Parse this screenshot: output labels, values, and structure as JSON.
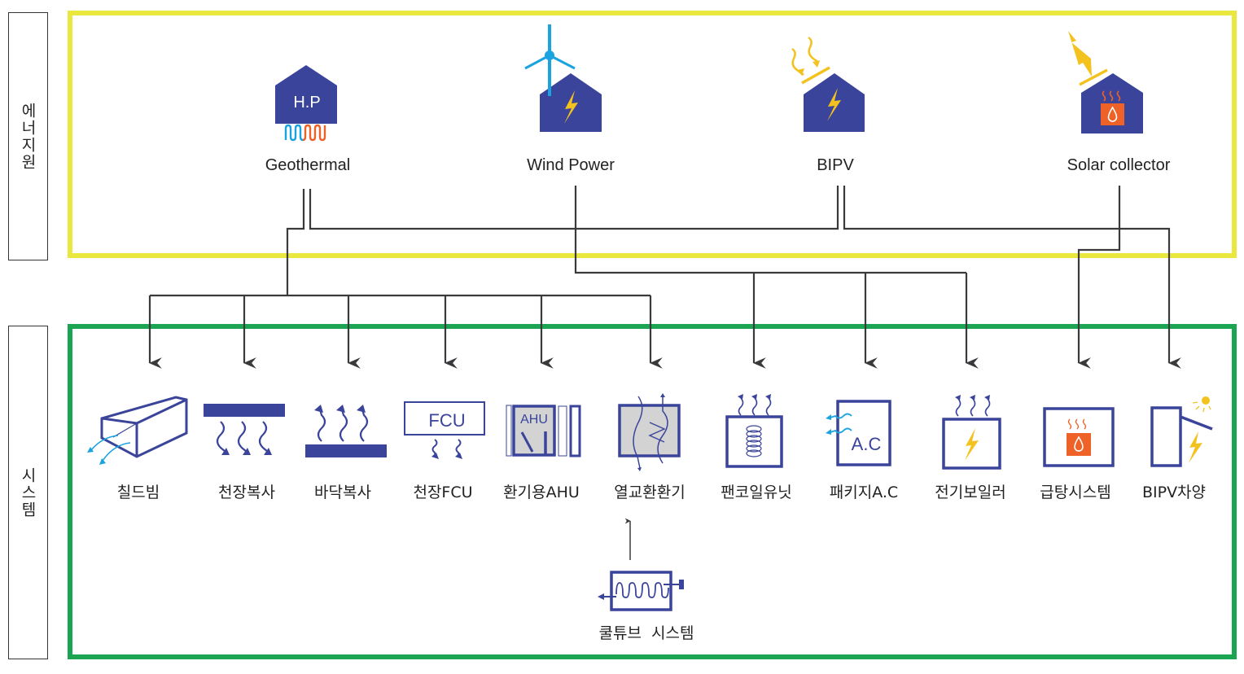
{
  "side_labels": {
    "energy": "에너지원",
    "system": "시스템"
  },
  "colors": {
    "navy": "#3A449A",
    "sky": "#1AA3E0",
    "yellow": "#F4C21F",
    "orange": "#EE6228",
    "energy_border": "#EAE83F",
    "system_border": "#1BA552",
    "connector": "#3A3A3C"
  },
  "sources": [
    {
      "id": "geothermal",
      "label": "Geothermal",
      "icon": "heat-pump-house-icon",
      "icon_text": "H.P"
    },
    {
      "id": "wind",
      "label": "Wind Power",
      "icon": "wind-turbine-house-icon"
    },
    {
      "id": "bipv",
      "label": "BIPV",
      "icon": "pv-panel-house-icon"
    },
    {
      "id": "solar",
      "label": "Solar collector",
      "icon": "solar-collector-house-icon"
    }
  ],
  "systems": [
    {
      "id": "chilled-beam",
      "label": "칠드빔",
      "icon": "chilled-beam-icon"
    },
    {
      "id": "ceiling-radiant",
      "label": "천장복사",
      "icon": "ceiling-radiant-icon"
    },
    {
      "id": "floor-radiant",
      "label": "바닥복사",
      "icon": "floor-radiant-icon"
    },
    {
      "id": "ceiling-fcu",
      "label": "천장FCU",
      "icon": "fcu-icon",
      "icon_text": "FCU"
    },
    {
      "id": "ventilation-ahu",
      "label": "환기용AHU",
      "icon": "ahu-icon",
      "icon_text": "AHU"
    },
    {
      "id": "heat-recovery",
      "label": "열교환환기",
      "icon": "heat-exchanger-icon"
    },
    {
      "id": "fan-coil",
      "label": "팬코일유닛",
      "icon": "fan-coil-icon"
    },
    {
      "id": "package-ac",
      "label": "패키지A.C",
      "icon": "package-ac-icon",
      "icon_text": "A.C"
    },
    {
      "id": "electric-boiler",
      "label": "전기보일러",
      "icon": "electric-boiler-icon"
    },
    {
      "id": "hot-water",
      "label": "급탕시스템",
      "icon": "hot-water-icon"
    },
    {
      "id": "bipv-shading",
      "label": "BIPV차양",
      "icon": "bipv-shading-icon"
    }
  ],
  "extra_system": {
    "id": "cool-tube",
    "label": "쿨튜브  시스템",
    "icon": "cool-tube-icon",
    "feeds": "heat-recovery"
  },
  "connections": [
    {
      "from": "geothermal",
      "to": [
        "chilled-beam",
        "ceiling-radiant",
        "floor-radiant",
        "ceiling-fcu",
        "ventilation-ahu",
        "heat-recovery"
      ]
    },
    {
      "from": "geothermal",
      "to": [
        "bipv-shading"
      ],
      "via": "bipv-line"
    },
    {
      "from": "wind",
      "to": [
        "fan-coil",
        "package-ac",
        "electric-boiler"
      ]
    },
    {
      "from": "bipv",
      "to": [
        "bipv-shading"
      ]
    },
    {
      "from": "solar",
      "to": [
        "hot-water"
      ]
    }
  ]
}
